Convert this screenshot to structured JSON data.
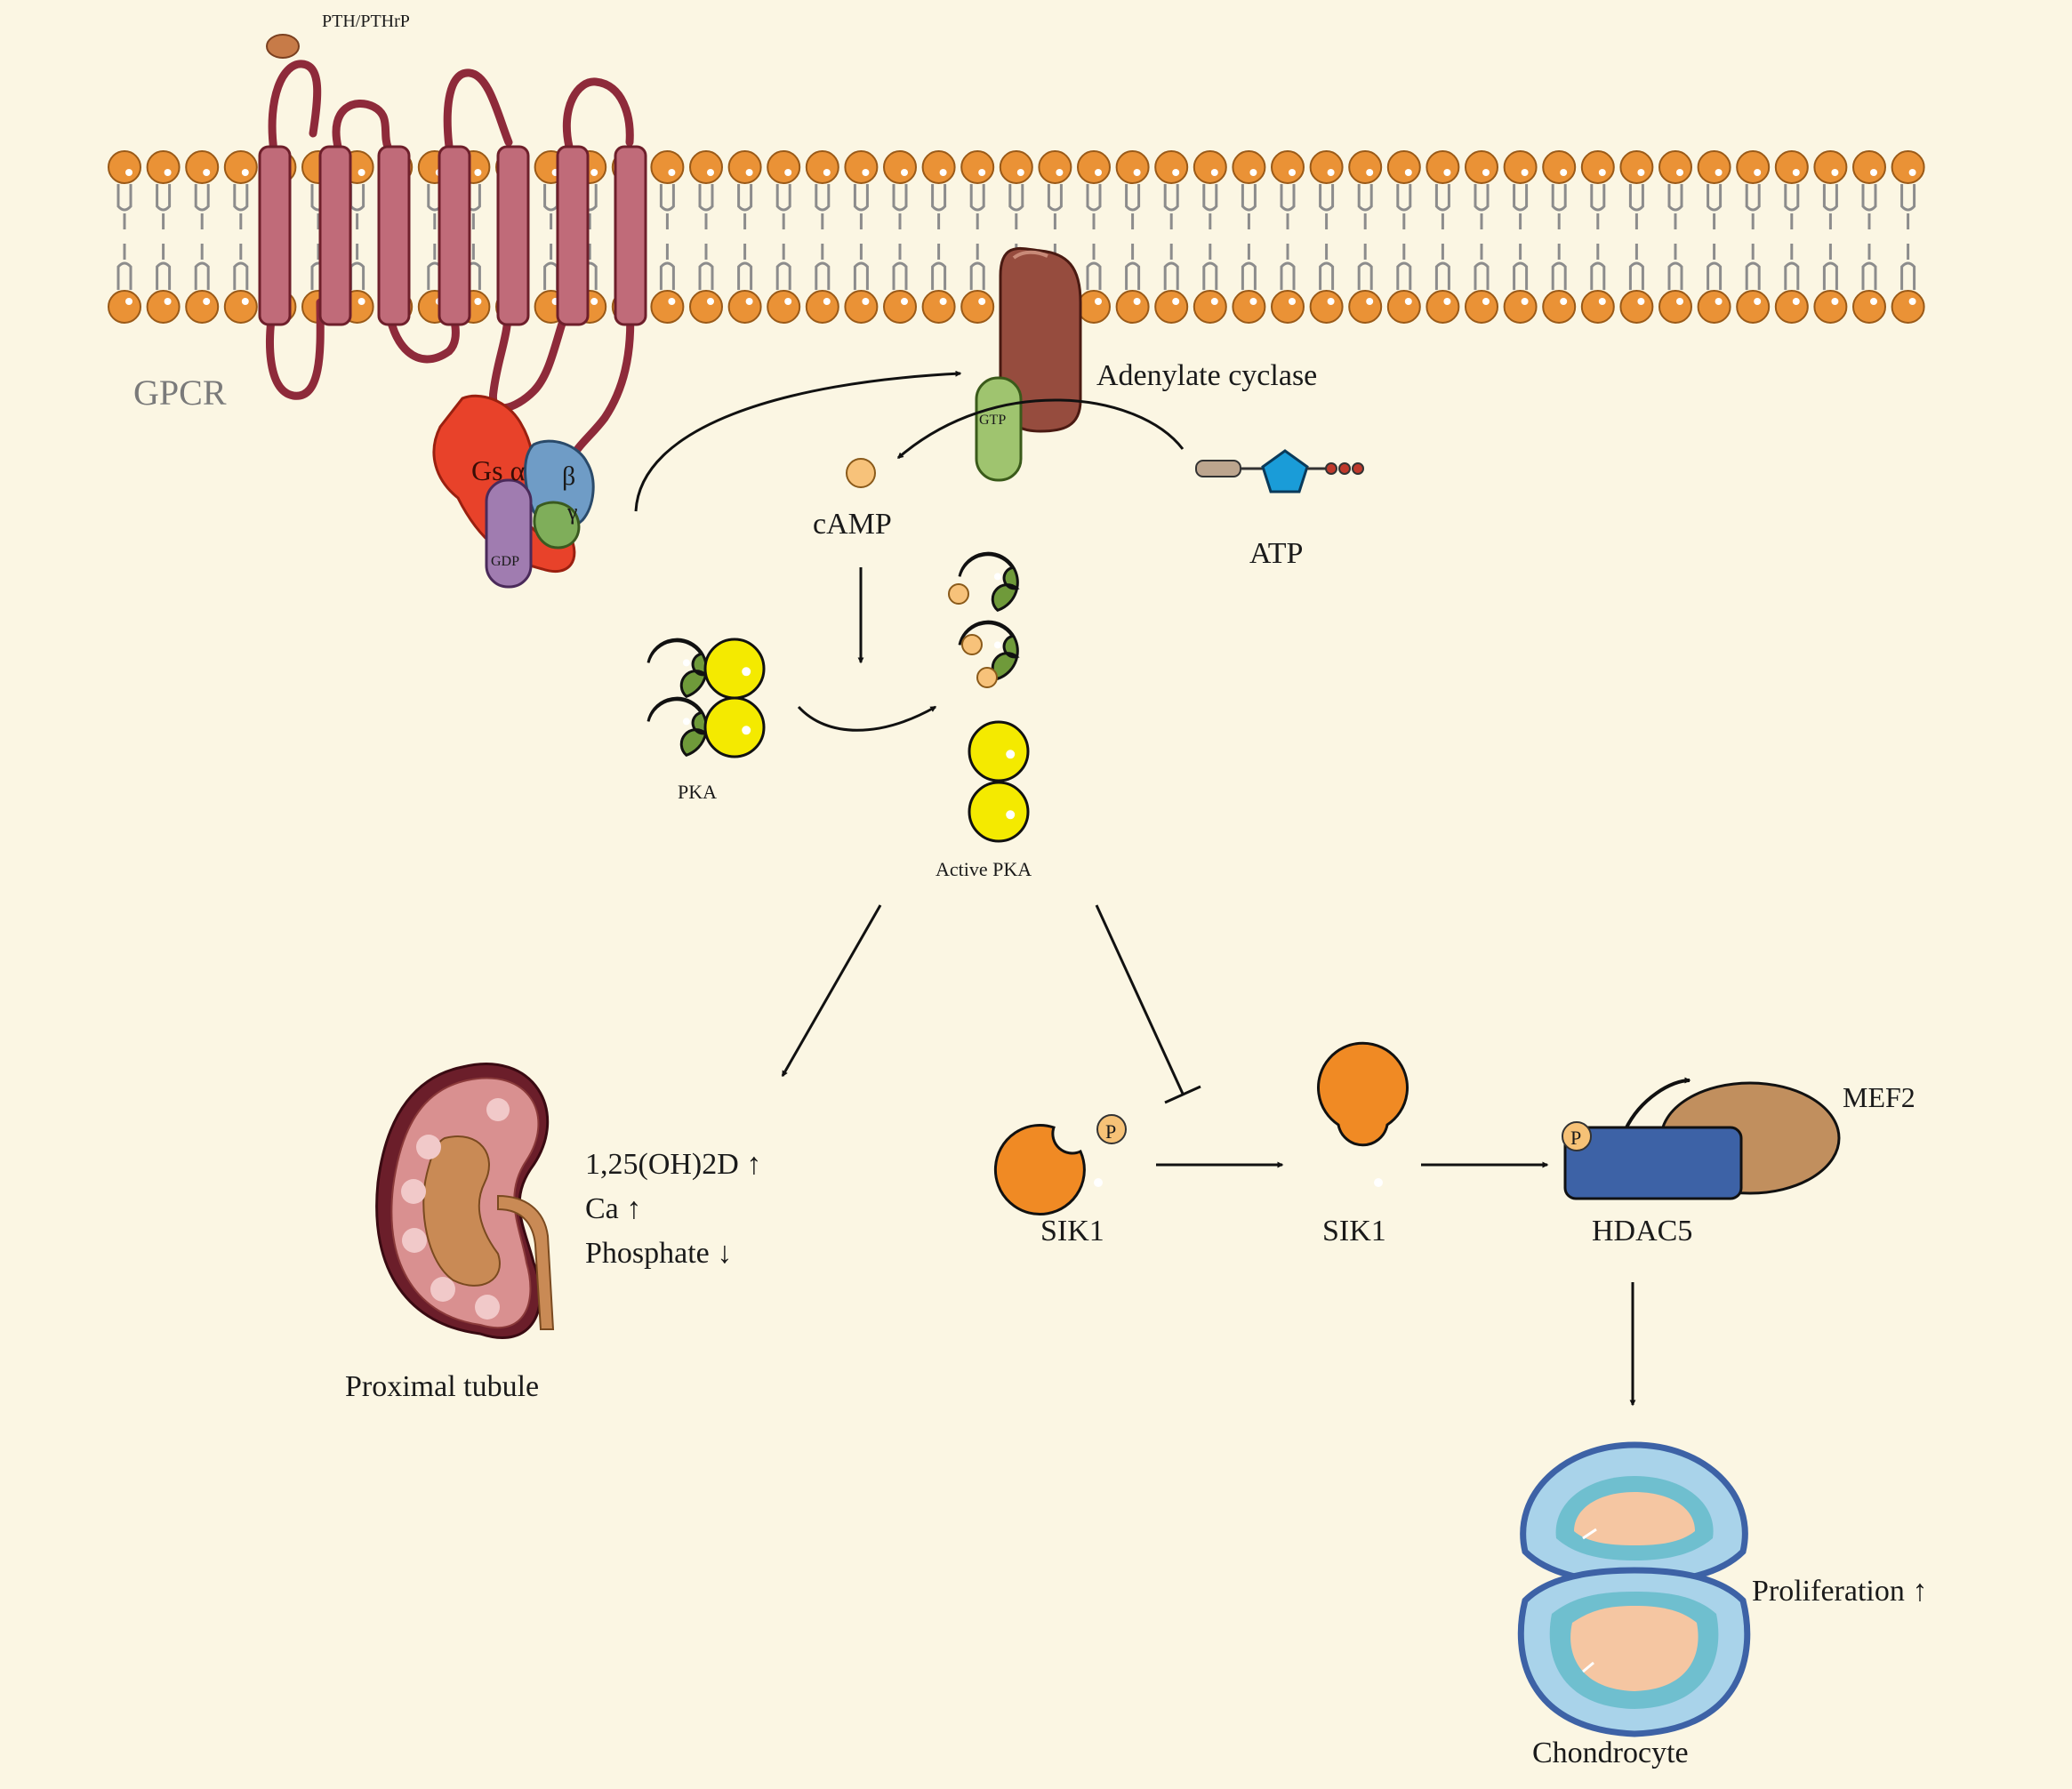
{
  "diagram": {
    "labels": {
      "ligand": "PTH/PTHrP",
      "receptor": "GPCR",
      "gs_alpha": "Gs α",
      "beta": "β",
      "gamma": "γ",
      "gdp": "GDP",
      "gtp": "GTP",
      "adenylate_cyclase": "Adenylate cyclase",
      "camp": "cAMP",
      "atp": "ATP",
      "pka": "PKA",
      "active_pka": "Active PKA",
      "effects": [
        "1,25(OH)2D ↑",
        "Ca ↑",
        "Phosphate ↓"
      ],
      "kidney": "Proximal tubule",
      "phospho": "P",
      "sik1_phospho": "SIK1",
      "sik1": "SIK1",
      "hdac5": "HDAC5",
      "mef2": "MEF2",
      "proliferation": "Proliferation ↑",
      "chondrocyte": "Chondrocyte"
    },
    "colors": {
      "background": "#fbf6e3",
      "lipid_head": "#ea9236",
      "receptor_helix": "#c06b79",
      "receptor_loop": "#8e2a3a",
      "gs_alpha": "#e8422a",
      "beta": "#6f9cc6",
      "gamma": "#7fae5a",
      "gdp": "#a07cb0",
      "adenylate_cyclase": "#964c3e",
      "gtp": "#9fc46f",
      "atp_pentagon": "#1a9cd8",
      "pka_regulatory": "#6f9a3a",
      "pka_catalytic": "#f4ea00",
      "sik1": "#f08a24",
      "hdac5": "#3d62a6",
      "mef2": "#c18f5e",
      "chondrocyte_outer": "#a9d3ea",
      "chondrocyte_core": "#f5c6a2"
    }
  }
}
